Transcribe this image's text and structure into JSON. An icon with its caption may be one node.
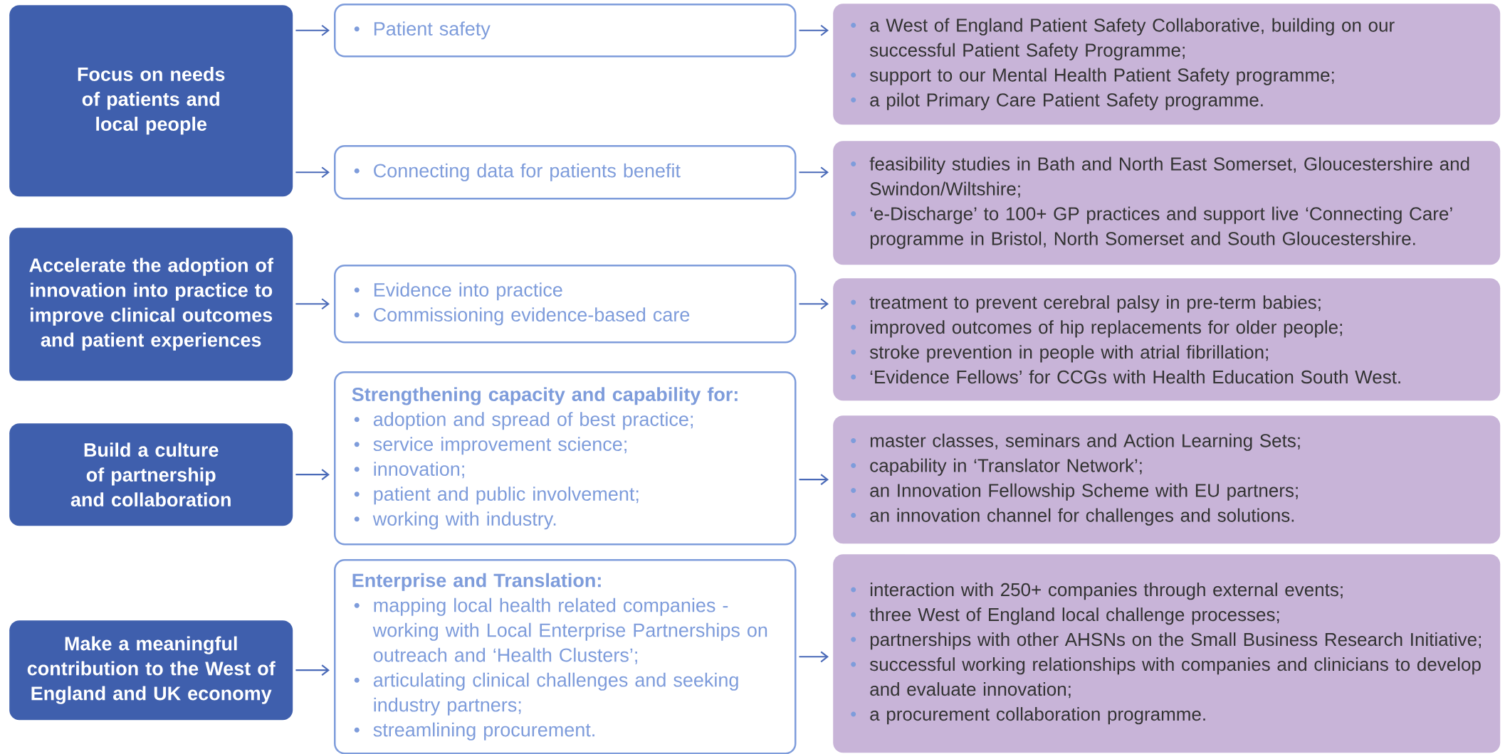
{
  "diagram": {
    "nodes": [
      {
        "text": [
          "Focus on needs of patients and local people"
        ]
      },
      {
        "text": [
          "Patient safety"
        ]
      },
      {
        "text": [
          "a West of England Patient Safety Collaborative, building on our successful Patient Safety Programme;",
          "support to our Mental Health Patient Safety programme;",
          "a pilot Primary Care Patient Safety programme."
        ]
      },
      {
        "text": [
          "Connecting data for patients benefit"
        ]
      },
      {
        "text": [
          "feasibility studies in Bath and North East Somerset, Gloucestershire and Swindon/Wiltshire;",
          "‘e-Discharge’ to 100+ GP practices and support live ‘Connecting Care’ programme in Bristol, North Somerset and South Gloucestershire."
        ]
      },
      {
        "text": [
          "Accelerate the adoption of innovation into practice to improve clinical outcomes and patient experiences"
        ]
      },
      {
        "text": [
          "Evidence into practice",
          "Commissioning evidence-based care"
        ]
      },
      {
        "text": [
          "treatment to prevent cerebral palsy in pre-term babies;",
          "improved outcomes of hip replacements for older people;",
          "stroke prevention in people with atrial fibrillation;",
          "‘Evidence Fellows’ for CCGs with Health Education South West."
        ]
      },
      {
        "text": [
          "Build a culture of partnership and collaboration"
        ]
      },
      {
        "text": [
          "Strengthening capacity and capability for:",
          "adoption and spread of best practice;",
          "service improvement science;",
          "innovation;",
          "patient and public involvement;",
          "working with industry."
        ]
      },
      {
        "text": [
          "master classes, seminars and Action Learning Sets;",
          "capability in ‘Translator Network’;",
          "an Innovation Fellowship Scheme with EU partners;",
          "an innovation channel for challenges and solutions."
        ]
      },
      {
        "text": [
          "Make a meaningful contribution to the West of England and UK economy"
        ]
      },
      {
        "text": [
          "Enterprise and Translation:",
          "mapping local health related companies - working with Local Enterprise Partnerships on outreach and ‘Health Clusters’;",
          "articulating clinical challenges and seeking industry partners;",
          "streamlining procurement."
        ]
      },
      {
        "text": [
          "interaction with 250+ companies through external events;",
          "three West of England local challenge processes;",
          "partnerships with other AHSNs on the Small Business Research Initiative;",
          "successful working relationships with companies and clinicians to develop and evaluate innovation;",
          "a procurement collaboration programme."
        ]
      }
    ],
    "edges": [
      {
        "from": 0,
        "to": 1,
        "arrow": "to"
      },
      {
        "from": 1,
        "to": 2,
        "arrow": "to"
      },
      {
        "from": 0,
        "to": 3,
        "arrow": "to"
      },
      {
        "from": 3,
        "to": 4,
        "arrow": "to"
      },
      {
        "from": 5,
        "to": 6,
        "arrow": "to"
      },
      {
        "from": 6,
        "to": 7,
        "arrow": "to"
      },
      {
        "from": 8,
        "to": 9,
        "arrow": "to"
      },
      {
        "from": 9,
        "to": 10,
        "arrow": "to"
      },
      {
        "from": 11,
        "to": 12,
        "arrow": "to"
      },
      {
        "from": 12,
        "to": 13,
        "arrow": "to"
      }
    ]
  }
}
